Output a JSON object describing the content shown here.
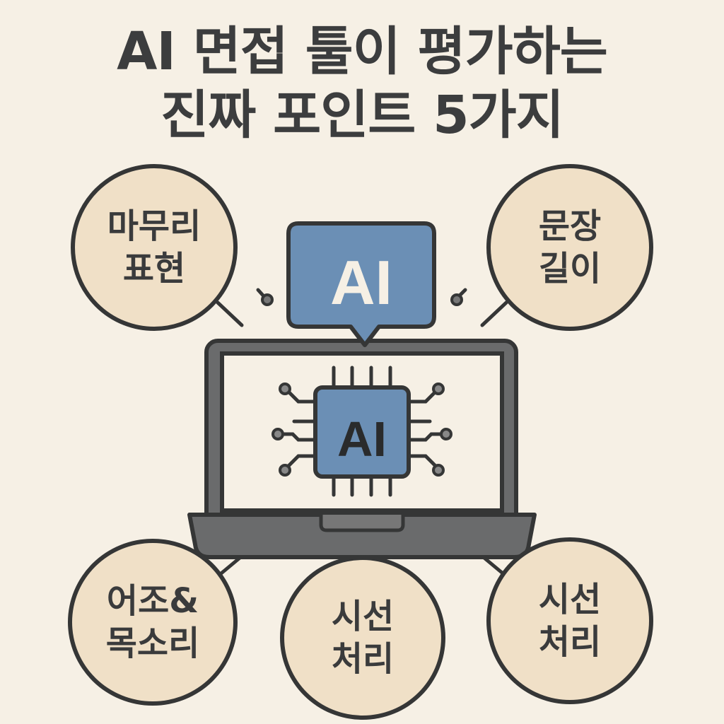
{
  "title": {
    "line1": "AI 면접 툴이 평가하는",
    "line2": "진짜 포인트 5가지"
  },
  "center": {
    "speech_bubble_label": "AI",
    "chip_label": "AI"
  },
  "points": [
    {
      "line1": "마무리",
      "line2": "표현"
    },
    {
      "line1": "문장",
      "line2": "길이"
    },
    {
      "line1": "어조&",
      "line2": "목소리"
    },
    {
      "line1": "시선",
      "line2": "처리"
    },
    {
      "line1": "시선",
      "line2": "처리"
    }
  ],
  "colors": {
    "background": "#f6f0e5",
    "bubble_fill": "#f0e0c7",
    "accent_blue": "#6b8fb5",
    "outline": "#353636",
    "laptop_gray": "#6a6b6c"
  }
}
